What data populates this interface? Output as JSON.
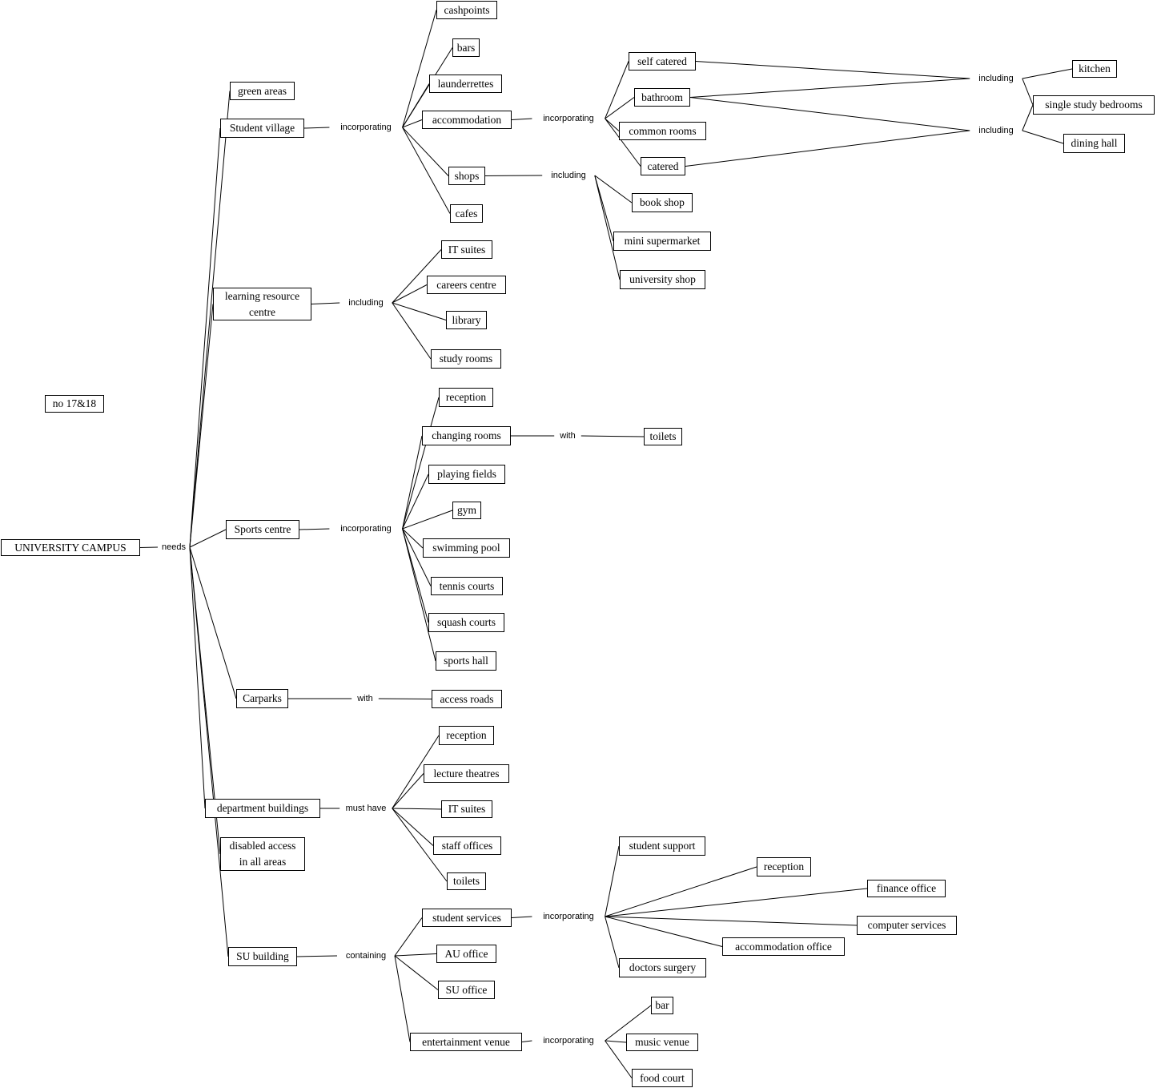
{
  "nodes": {
    "campus": "UNIVERSITY CAMPUS",
    "no1718": "no 17&18",
    "green": "green areas",
    "village": "Student village",
    "lrc": "learning resource\ncentre",
    "sports": "Sports centre",
    "carparks": "Carparks",
    "dept": "department buildings",
    "disabled": "disabled access\nin all areas",
    "su": "SU building",
    "cashpoints": "cashpoints",
    "bars": "bars",
    "launderrettes": "launderrettes",
    "accommodation": "accommodation",
    "shops": "shops",
    "cafes": "cafes",
    "selfcatered": "self catered",
    "bathroom": "bathroom",
    "commonrooms": "common rooms",
    "catered": "catered",
    "kitchen": "kitchen",
    "bedrooms": "single study bedrooms",
    "dining": "dining hall",
    "bookshop": "book shop",
    "supermarket": "mini supermarket",
    "unishop": "university shop",
    "itsuites1": "IT suites",
    "careers": "careers centre",
    "library": "library",
    "studyrooms": "study rooms",
    "reception1": "reception",
    "changing": "changing rooms",
    "playing": "playing fields",
    "gym": "gym",
    "pool": "swimming pool",
    "tennis": "tennis courts",
    "squash": "squash courts",
    "sportshall": "sports hall",
    "toilets1": "toilets",
    "roads": "access roads",
    "reception2": "reception",
    "lecture": "lecture theatres",
    "itsuites2": "IT suites",
    "staff": "staff offices",
    "toilets2": "toilets",
    "studentservices": "student services",
    "auoffice": "AU office",
    "suoffice": "SU office",
    "entertainment": "entertainment venue",
    "support": "student support",
    "reception3": "reception",
    "finance": "finance office",
    "computer": "computer services",
    "accomoffice": "accommodation office",
    "doctors": "doctors surgery",
    "bar": "bar",
    "music": "music venue",
    "food": "food court"
  },
  "phrases": {
    "p_needs": "needs",
    "p_village": "incorporating",
    "p_lrc": "including",
    "p_sports": "incorporating",
    "p_carparks": "with",
    "p_dept": "must have",
    "p_su": "containing",
    "p_accom": "incorporating",
    "p_shops": "including",
    "p_inc1": "including",
    "p_inc2": "including",
    "p_changing": "with",
    "p_services": "incorporating",
    "p_ent": "incorporating"
  },
  "links": [
    [
      "campus",
      "p_needs"
    ],
    [
      "p_needs",
      "green"
    ],
    [
      "p_needs",
      "village"
    ],
    [
      "p_needs",
      "lrc"
    ],
    [
      "p_needs",
      "sports"
    ],
    [
      "p_needs",
      "carparks"
    ],
    [
      "p_needs",
      "dept"
    ],
    [
      "p_needs",
      "disabled"
    ],
    [
      "p_needs",
      "su"
    ],
    [
      "village",
      "p_village"
    ],
    [
      "p_village",
      "cashpoints"
    ],
    [
      "p_village",
      "bars"
    ],
    [
      "p_village",
      "launderrettes"
    ],
    [
      "p_village",
      "accommodation"
    ],
    [
      "p_village",
      "shops"
    ],
    [
      "p_village",
      "cafes"
    ],
    [
      "accommodation",
      "p_accom"
    ],
    [
      "p_accom",
      "selfcatered"
    ],
    [
      "p_accom",
      "bathroom"
    ],
    [
      "p_accom",
      "commonrooms"
    ],
    [
      "p_accom",
      "catered"
    ],
    [
      "selfcatered",
      "p_inc1"
    ],
    [
      "bathroom",
      "p_inc1"
    ],
    [
      "bathroom",
      "p_inc2"
    ],
    [
      "catered",
      "p_inc2"
    ],
    [
      "p_inc1",
      "kitchen"
    ],
    [
      "p_inc1",
      "bedrooms"
    ],
    [
      "p_inc2",
      "bedrooms"
    ],
    [
      "p_inc2",
      "dining"
    ],
    [
      "shops",
      "p_shops"
    ],
    [
      "p_shops",
      "bookshop"
    ],
    [
      "p_shops",
      "supermarket"
    ],
    [
      "p_shops",
      "unishop"
    ],
    [
      "lrc",
      "p_lrc"
    ],
    [
      "p_lrc",
      "itsuites1"
    ],
    [
      "p_lrc",
      "careers"
    ],
    [
      "p_lrc",
      "library"
    ],
    [
      "p_lrc",
      "studyrooms"
    ],
    [
      "sports",
      "p_sports"
    ],
    [
      "p_sports",
      "reception1"
    ],
    [
      "p_sports",
      "changing"
    ],
    [
      "p_sports",
      "playing"
    ],
    [
      "p_sports",
      "gym"
    ],
    [
      "p_sports",
      "pool"
    ],
    [
      "p_sports",
      "tennis"
    ],
    [
      "p_sports",
      "squash"
    ],
    [
      "p_sports",
      "sportshall"
    ],
    [
      "changing",
      "p_changing"
    ],
    [
      "p_changing",
      "toilets1"
    ],
    [
      "carparks",
      "p_carparks"
    ],
    [
      "p_carparks",
      "roads"
    ],
    [
      "dept",
      "p_dept"
    ],
    [
      "p_dept",
      "reception2"
    ],
    [
      "p_dept",
      "lecture"
    ],
    [
      "p_dept",
      "itsuites2"
    ],
    [
      "p_dept",
      "staff"
    ],
    [
      "p_dept",
      "toilets2"
    ],
    [
      "su",
      "p_su"
    ],
    [
      "p_su",
      "studentservices"
    ],
    [
      "p_su",
      "auoffice"
    ],
    [
      "p_su",
      "suoffice"
    ],
    [
      "p_su",
      "entertainment"
    ],
    [
      "studentservices",
      "p_services"
    ],
    [
      "p_services",
      "support"
    ],
    [
      "p_services",
      "reception3"
    ],
    [
      "p_services",
      "finance"
    ],
    [
      "p_services",
      "computer"
    ],
    [
      "p_services",
      "accomoffice"
    ],
    [
      "p_services",
      "doctors"
    ],
    [
      "entertainment",
      "p_ent"
    ],
    [
      "p_ent",
      "bar"
    ],
    [
      "p_ent",
      "music"
    ],
    [
      "p_ent",
      "food"
    ]
  ]
}
